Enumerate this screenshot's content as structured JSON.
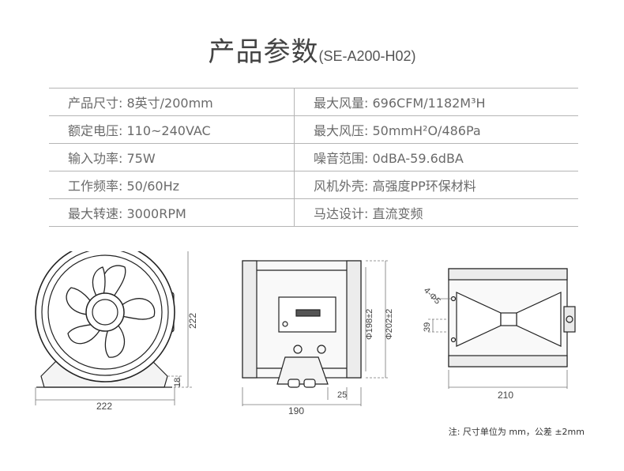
{
  "title": {
    "main": "产品参数",
    "model": "(SE-A200-H02)"
  },
  "specs": [
    {
      "left": "产品尺寸: 8英寸/200mm",
      "right": "最大风量: 696CFM/1182M³H"
    },
    {
      "left": "额定电压: 110~240VAC",
      "right": "最大风压: 50mmH²O/486Pa"
    },
    {
      "left": "输入功率: 75W",
      "right": "噪音范围: 0dBA-59.6dBA"
    },
    {
      "left": "工作频率: 50/60Hz",
      "right": "风机外壳: 高强度PP环保材料"
    },
    {
      "left": "最大转速: 3000RPM",
      "right": "马达设计: 直流变频"
    }
  ],
  "drawings": {
    "front": {
      "width": "222",
      "height": "222",
      "base": "18"
    },
    "side": {
      "width": "190",
      "base": "25",
      "inner_dia": "Φ198±2",
      "outer_dia": "Φ202±2"
    },
    "top": {
      "width": "210",
      "hole": "4-Φ5",
      "offset": "39"
    }
  },
  "note": "注:  尺寸单位为 mm，公差 ±2mm"
}
